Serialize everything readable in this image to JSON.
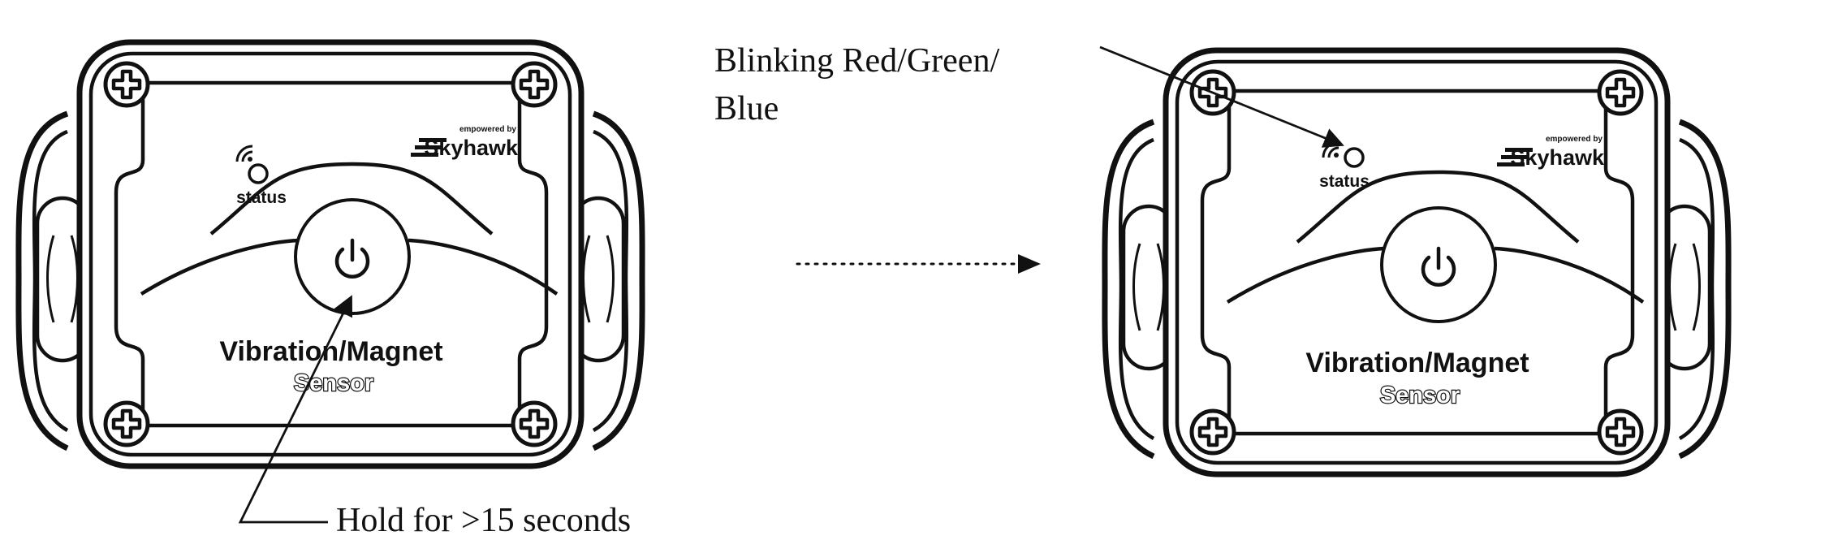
{
  "annotations": {
    "blink_label_line1": "Blinking Red/Green/",
    "blink_label_line2": "Blue",
    "hold_label": "Hold for >15 seconds"
  },
  "device": {
    "status_label": "status",
    "brand_tagline": "empowered by",
    "brand_name": "Skyhawk",
    "product_line1": "Vibration/Magnet",
    "product_line2": "Sensor"
  }
}
